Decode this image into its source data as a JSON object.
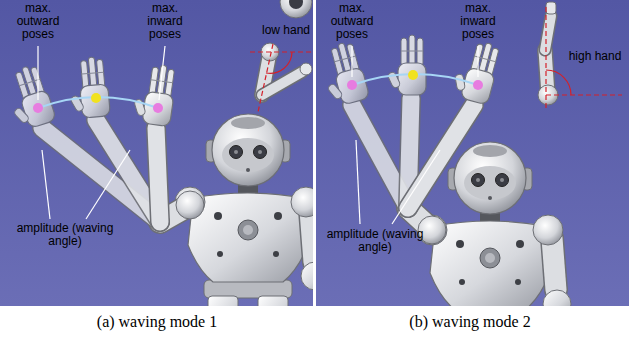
{
  "diagram": {
    "labels": [
      "max. outward poses",
      "max. inward poses",
      "low hand",
      "amplitude (waving angle)",
      "(a) waving mode 1",
      "max. outward poses",
      "max. inward poses",
      "high hand",
      "amplitude (waving angle)",
      "(b) waving mode 2"
    ]
  }
}
